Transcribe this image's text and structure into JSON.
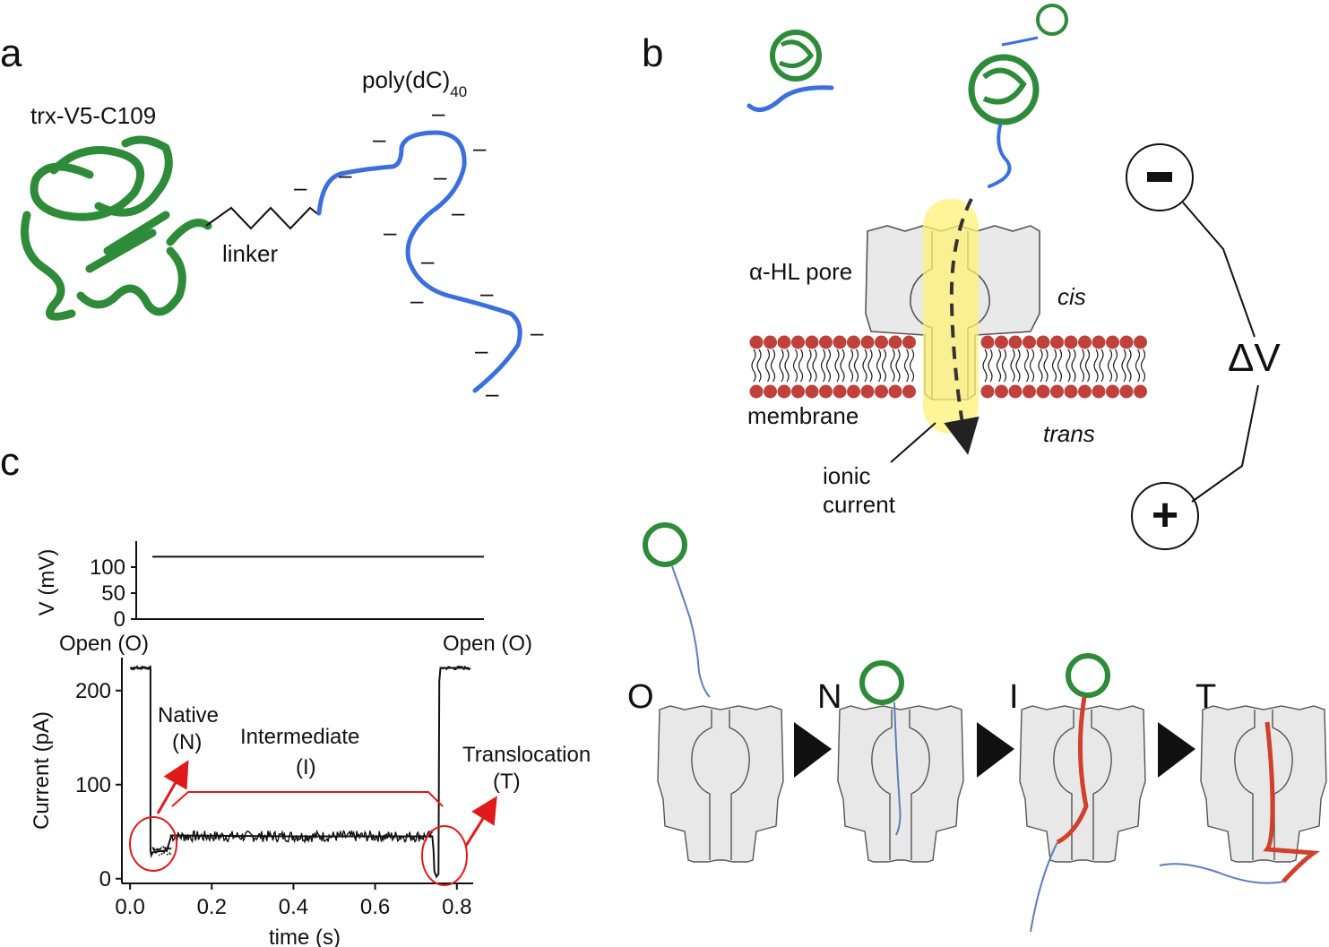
{
  "panels": {
    "a": "a",
    "b": "b",
    "c": "c"
  },
  "panel_a": {
    "protein_label": "trx-V5-C109",
    "linker_label": "linker",
    "dna_label": "poly(dC)",
    "dna_subscript": "40",
    "charge_symbol": "–",
    "colors": {
      "protein": "#2e8b3a",
      "dna": "#3b6fe0"
    }
  },
  "panel_b": {
    "pore_label": "α-HL pore",
    "cis_label": "cis",
    "membrane_label": "membrane",
    "trans_label": "trans",
    "current_label_line1": "ionic",
    "current_label_line2": "current",
    "voltage_label": "ΔV",
    "minus_symbol": "-",
    "plus_symbol": "+",
    "colors": {
      "lipid_head": "#c0403c",
      "pore": "#e9e9e9",
      "current_path": "#fff176"
    }
  },
  "states": [
    {
      "letter": "O"
    },
    {
      "letter": "N"
    },
    {
      "letter": "I"
    },
    {
      "letter": "T"
    }
  ],
  "panel_c": {
    "voltage_axis_label": "V (mV)",
    "current_axis_label": "Current (pA)",
    "time_axis_label": "time (s)",
    "open_left": "Open (O)",
    "open_right": "Open (O)",
    "native_line1": "Native",
    "native_line2": "(N)",
    "intermediate_line1": "Intermediate",
    "intermediate_line2": "(I)",
    "translocation_line1": "Translocation",
    "translocation_line2": "(T)"
  },
  "chart_data": [
    {
      "type": "line",
      "title": "",
      "xlabel": "",
      "ylabel": "V (mV)",
      "yticks": [
        "0",
        "50",
        "100"
      ],
      "ylim": [
        0,
        150
      ],
      "xlim": [
        -0.02,
        0.84
      ],
      "x": [
        0.02,
        0.84
      ],
      "values": [
        120,
        120
      ]
    },
    {
      "type": "line",
      "title": "",
      "xlabel": "time (s)",
      "ylabel": "Current (pA)",
      "xticks": [
        "0.0",
        "0.2",
        "0.4",
        "0.6",
        "0.8"
      ],
      "yticks": [
        "0",
        "100",
        "200"
      ],
      "xlim": [
        -0.02,
        0.84
      ],
      "ylim": [
        -5,
        235
      ],
      "x": [
        0.0,
        0.05,
        0.05,
        0.052,
        0.055,
        0.07,
        0.09,
        0.1,
        0.1,
        0.4,
        0.74,
        0.743,
        0.745,
        0.75,
        0.755,
        0.757,
        0.76,
        0.83
      ],
      "values": [
        224,
        224,
        30,
        25,
        28,
        29,
        30,
        44,
        46,
        45,
        45,
        30,
        8,
        2,
        5,
        210,
        224,
        224
      ],
      "color": "#111111",
      "annotations": [
        "Open (O)",
        "Native (N)",
        "Intermediate (I)",
        "Translocation (T)",
        "Open (O)"
      ]
    }
  ]
}
